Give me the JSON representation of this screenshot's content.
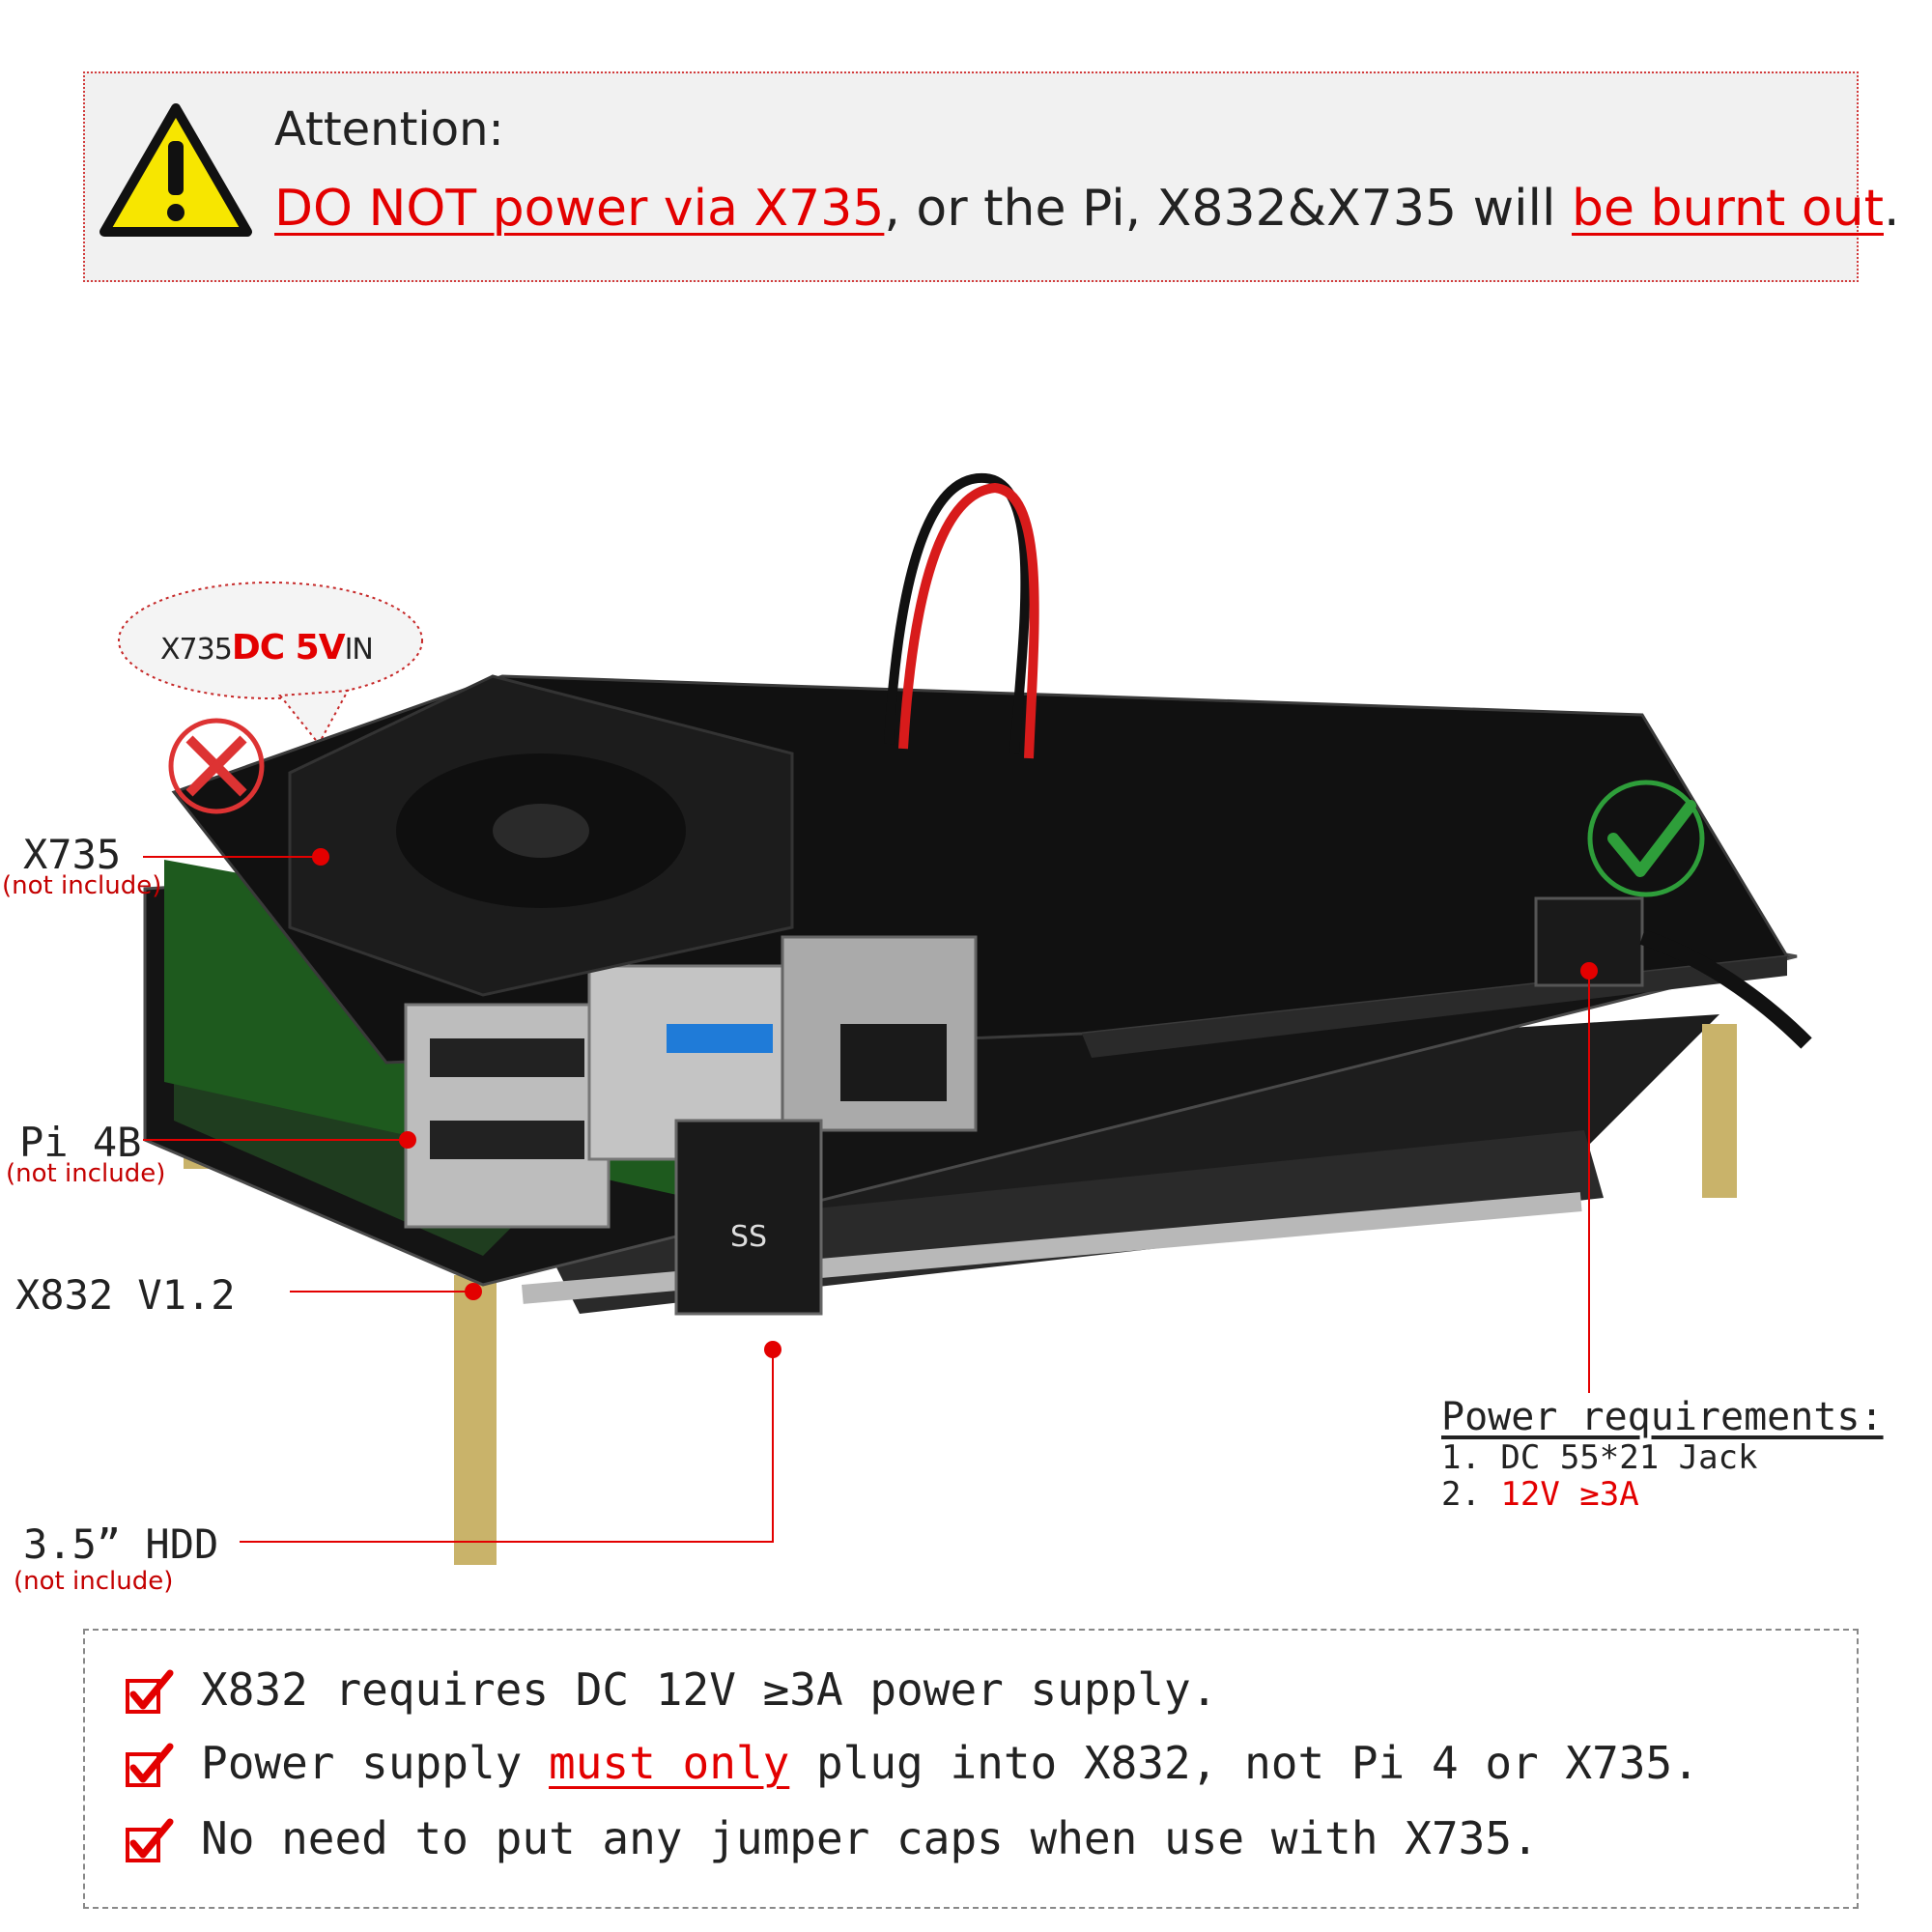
{
  "attention": {
    "title": "Attention:",
    "line_red": "DO NOT power via X735",
    "line_mid": ", or the Pi, X832&X735 will ",
    "line_red2": "be burnt out",
    "line_end": "."
  },
  "bubble": {
    "pre": "X735",
    "red": "DC 5V",
    "post": "IN"
  },
  "labels": {
    "x735": "X735",
    "x735_sub": "(not include)",
    "pi4b": "Pi 4B",
    "pi4b_sub": "(not include)",
    "x832": "X832 V1.2",
    "hdd": "3.5” HDD",
    "hdd_sub": "(not include)"
  },
  "power": {
    "title": "Power requirements:",
    "line1": "1. DC 55*21 Jack",
    "line2_prefix": "2. ",
    "line2_red": "12V ≥3A"
  },
  "notes": {
    "n1": "X832 requires DC 12V ≥3A power supply.",
    "n2_pre": "Power supply ",
    "n2_red": "must only",
    "n2_post": " plug into X832, not Pi 4 or X735.",
    "n3": "No need to put any jumper caps when use with X735."
  },
  "colors": {
    "accent": "#e30000",
    "ok": "#2e9e3a"
  }
}
